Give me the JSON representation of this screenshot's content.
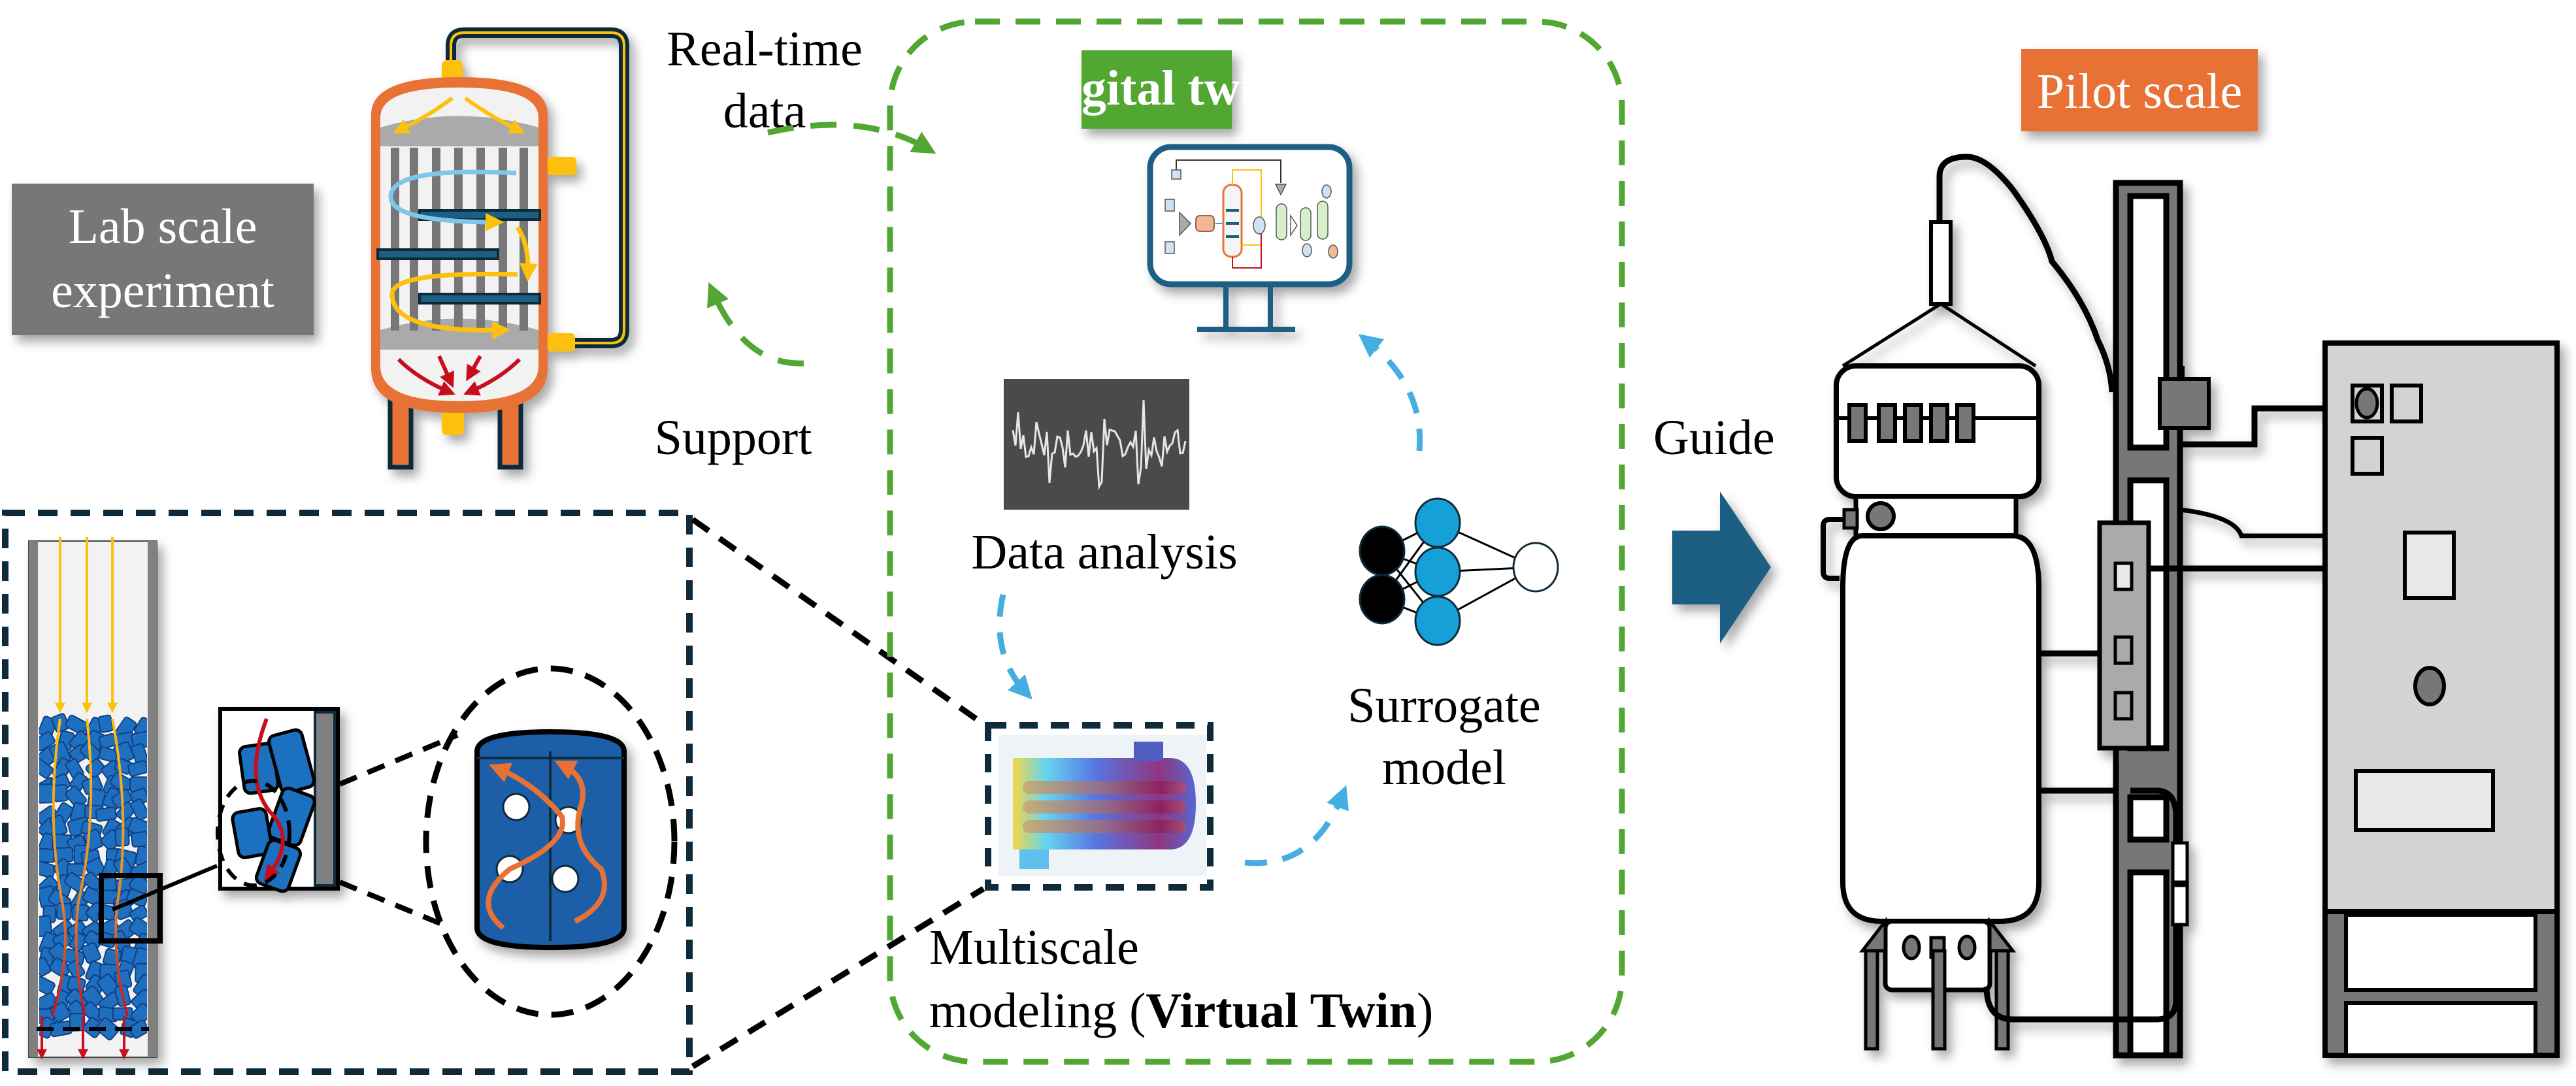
{
  "figure": {
    "title": "Digital twin framework: lab scale to pilot scale",
    "colors": {
      "lab_label_bg": "#777777",
      "digital_twin_label_bg": "#52a732",
      "pilot_label_bg": "#e87236",
      "green_dashed": "#52a732",
      "blue_dashed": "#45aee0",
      "guide_arrow": "#1a5f82",
      "monitor": "#1a5f82",
      "nn_hidden": "#16a0d8",
      "reactor_shell": "#e87236",
      "reactor_nozzle": "#fdc10d",
      "baffle": "#1a5f82",
      "pellet": "#1f6fc0",
      "frame_gray": "#777777",
      "cabinet": "#d3d3d3"
    }
  },
  "labels": {
    "lab_scale": [
      "Lab scale",
      "experiment"
    ],
    "real_time_data": [
      "Real-time",
      "data"
    ],
    "support": "Support",
    "digital_twin": "Digital twin",
    "data_analysis": "Data analysis",
    "surrogate_model": [
      "Surrogate",
      "model"
    ],
    "multiscale_line1": "Multiscale",
    "multiscale_line2_prefix": "modeling (",
    "multiscale_line2_bold": "Virtual Twin",
    "multiscale_line2_suffix": ")",
    "guide": "Guide",
    "pilot_scale": "Pilot scale"
  },
  "flows": [
    {
      "from": "lab_scale_experiment",
      "to": "digital_twin",
      "label": "Real-time data",
      "style": "green-dashed"
    },
    {
      "from": "digital_twin",
      "to": "lab_scale_experiment",
      "label": "Support",
      "style": "green-dashed"
    },
    {
      "from": "data_analysis",
      "to": "multiscale_modeling",
      "style": "blue-dashed"
    },
    {
      "from": "multiscale_modeling",
      "to": "surrogate_model",
      "style": "blue-dashed"
    },
    {
      "from": "surrogate_model",
      "to": "digital_twin",
      "style": "blue-dashed"
    },
    {
      "from": "digital_twin_group",
      "to": "pilot_scale",
      "label": "Guide",
      "style": "solid-arrow"
    }
  ],
  "neural_network": {
    "layers": [
      2,
      3,
      1
    ]
  }
}
